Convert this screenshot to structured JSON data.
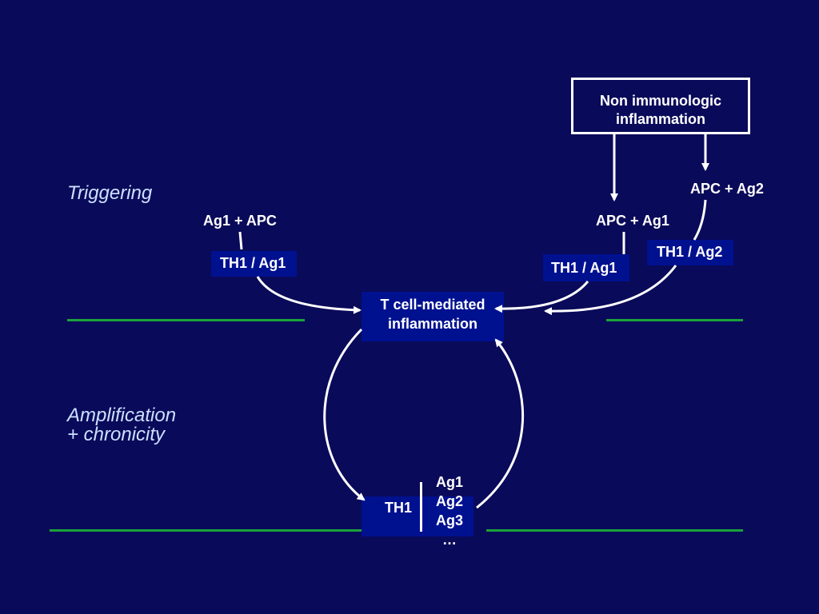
{
  "sections": {
    "triggering": "Triggering",
    "amplification_line1": "Amplification",
    "amplification_line2": "+ chronicity"
  },
  "nodes": {
    "non_immunologic": {
      "line1": "Non immunologic",
      "line2": "inflammation"
    },
    "ag1_apc": "Ag1 + APC",
    "th1_ag1_left": "TH1 / Ag1",
    "apc_ag1": "APC + Ag1",
    "th1_ag1_right": "TH1 / Ag1",
    "apc_ag2": "APC + Ag2",
    "th1_ag2": "TH1 / Ag2",
    "t_cell": {
      "line1": "T cell-mediated",
      "line2": "inflammation"
    },
    "th1_bottom": "TH1",
    "antigens": [
      "Ag1",
      "Ag2",
      "Ag3",
      "…"
    ]
  },
  "colors": {
    "background": "#0a0a5a",
    "box_fill": "#001190",
    "divider": "#1aa33a",
    "section_text": "#cce0ff",
    "text": "#ffffff"
  }
}
